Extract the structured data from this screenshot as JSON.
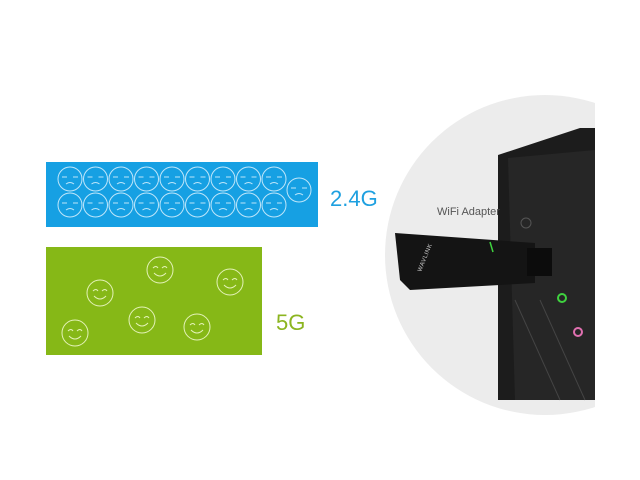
{
  "bands": [
    {
      "label": "2.4G",
      "color": "#16a0e3",
      "face": "sad",
      "face_count": 19
    },
    {
      "label": "5G",
      "color": "#86b817",
      "face": "happy",
      "face_count": 6
    }
  ],
  "device": {
    "label": "WiFi Adapter",
    "brand": "WAVLINK"
  },
  "colors": {
    "backdrop": "#ececec",
    "tower": "#1e1e1e",
    "led": "#3fd23f"
  }
}
